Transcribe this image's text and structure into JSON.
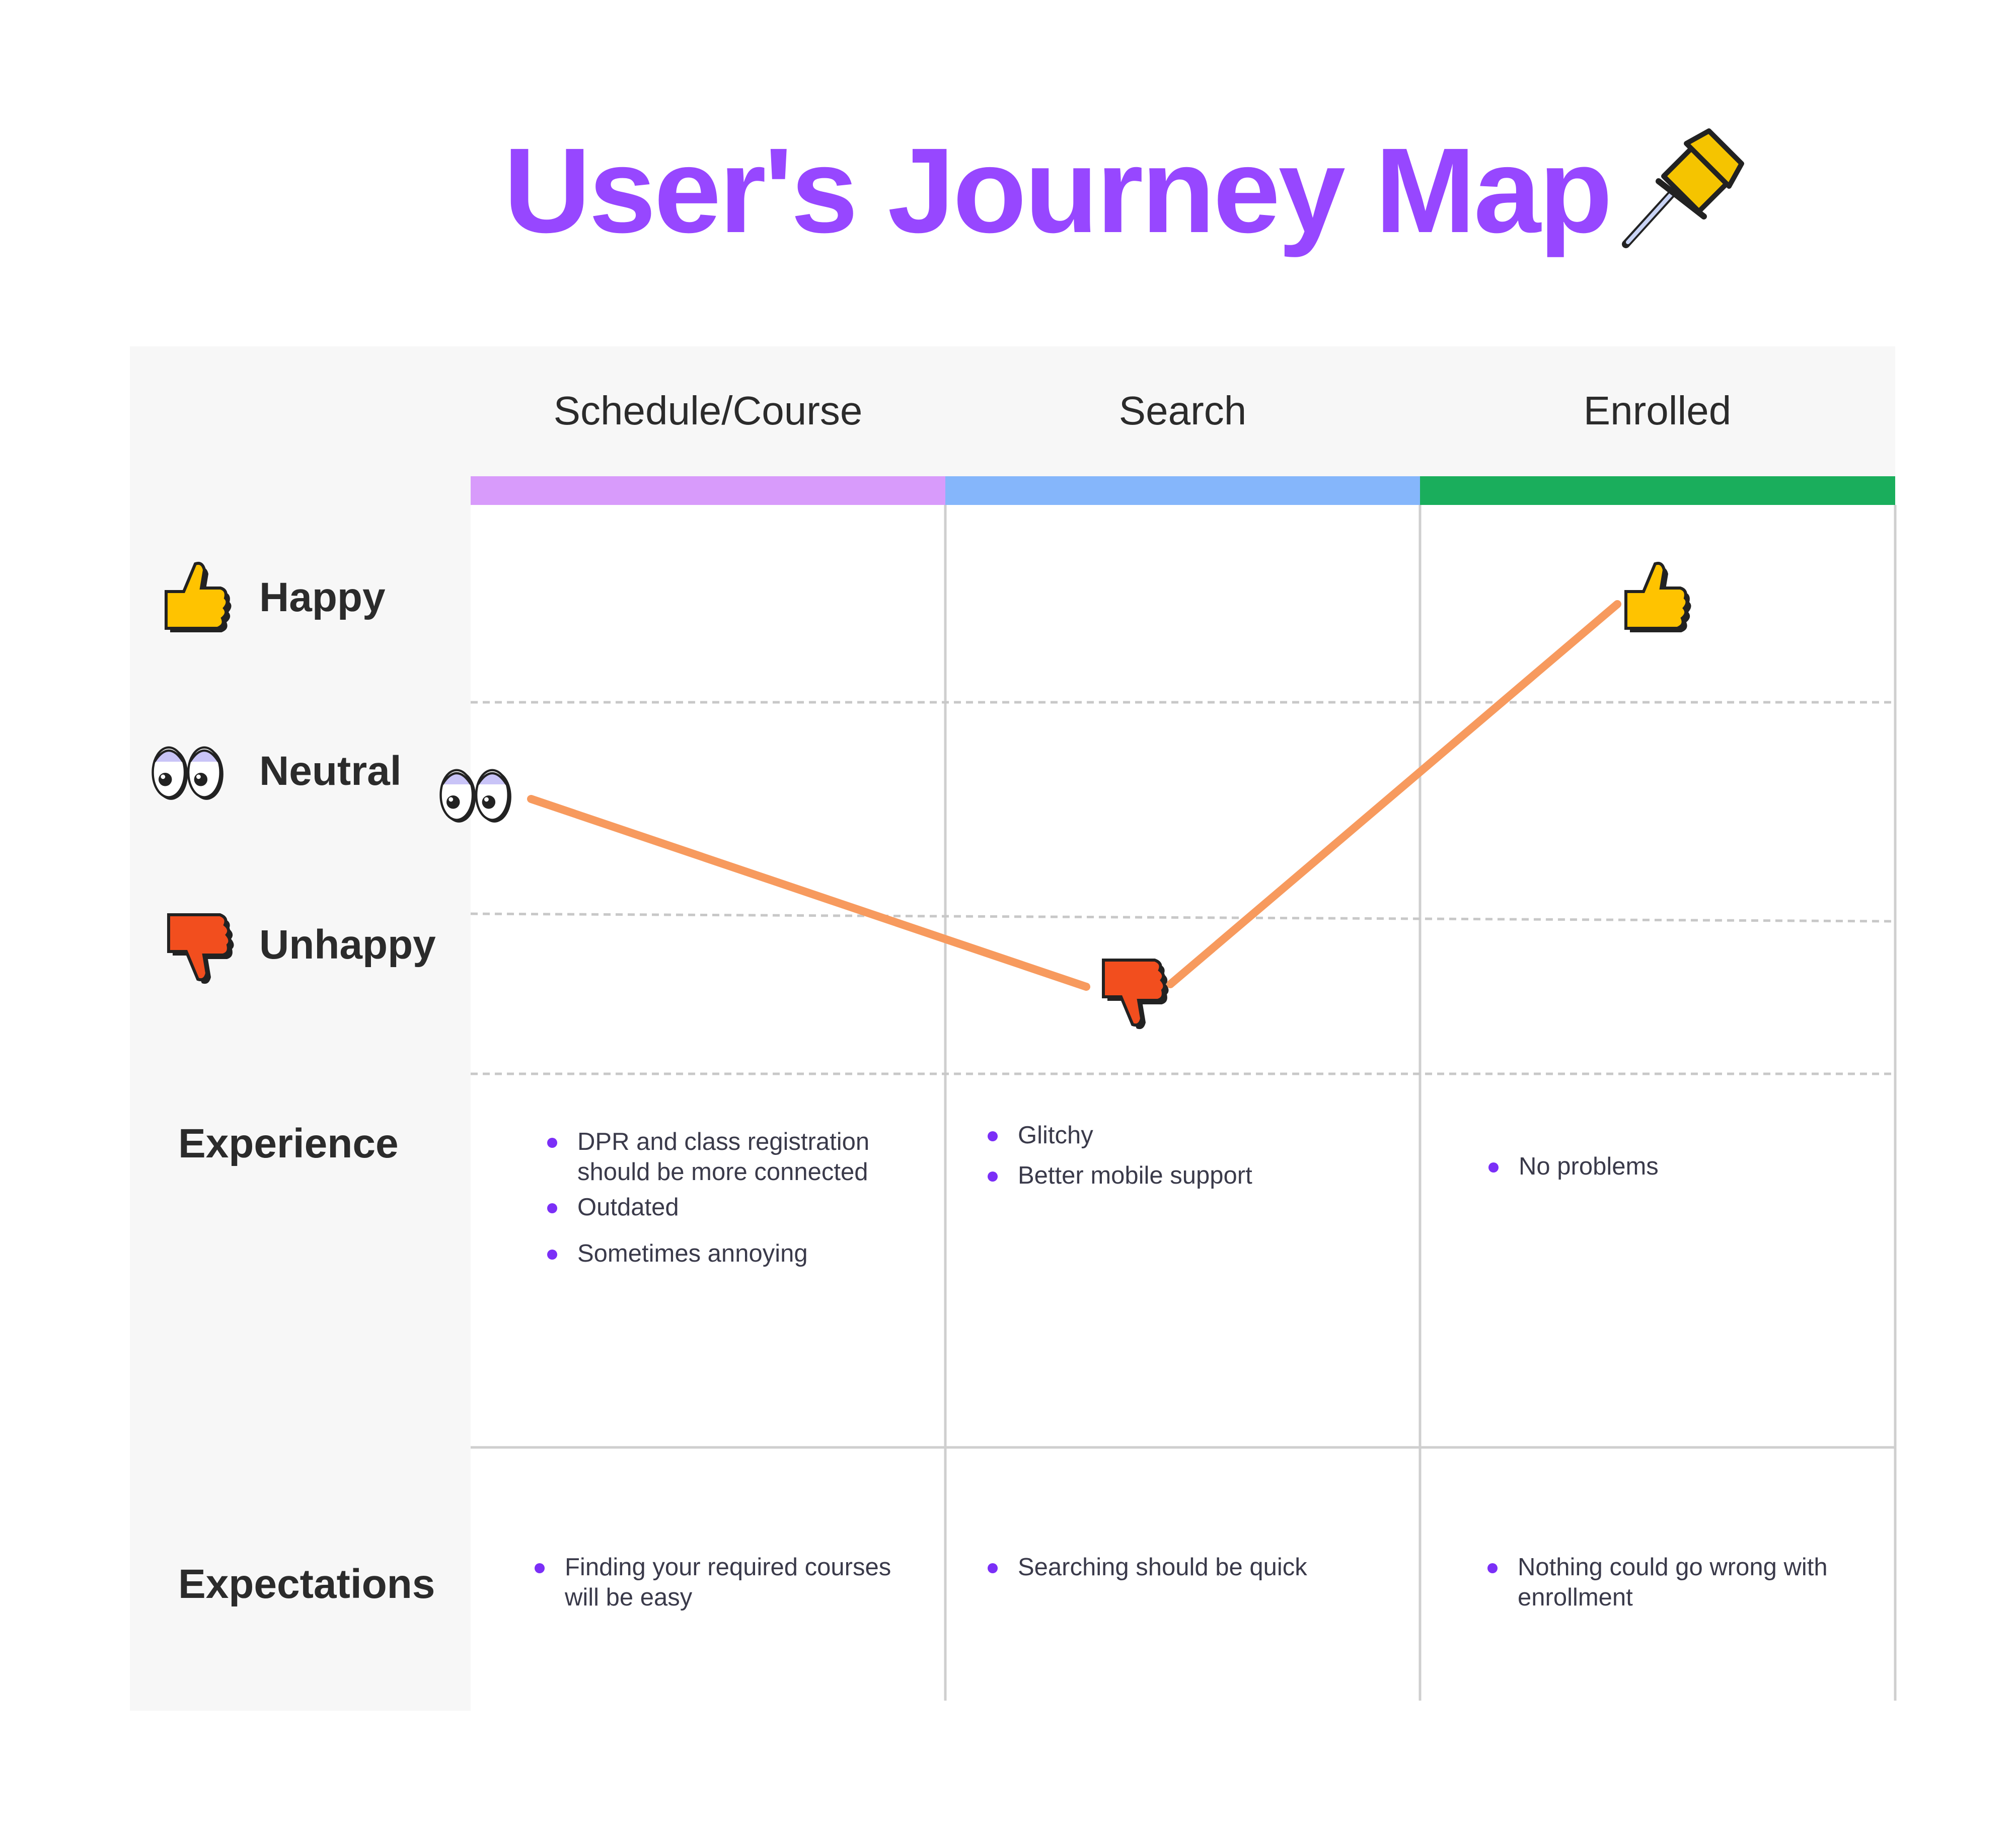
{
  "title": "User's Journey Map",
  "icons": {
    "title_icon": "pushpin-icon",
    "happy": "thumbs-up-icon",
    "neutral": "eyes-icon",
    "unhappy": "thumbs-down-icon"
  },
  "stages": [
    {
      "label": "Schedule/Course",
      "color": "#d89bfb"
    },
    {
      "label": "Search",
      "color": "#85b6fb"
    },
    {
      "label": "Enrolled",
      "color": "#1aae5c"
    }
  ],
  "sentiment_levels": [
    "Happy",
    "Neutral",
    "Unhappy"
  ],
  "journey": [
    {
      "stage": "Schedule/Course",
      "sentiment": "Neutral"
    },
    {
      "stage": "Search",
      "sentiment": "Unhappy"
    },
    {
      "stage": "Enrolled",
      "sentiment": "Happy"
    }
  ],
  "line_color": "#f79a5e",
  "rows": {
    "experience": {
      "label": "Experience",
      "cells": [
        [
          "DPR and class registration should be more connected",
          "Outdated",
          "Sometimes annoying"
        ],
        [
          "Glitchy",
          "Better mobile support"
        ],
        [
          "No problems"
        ]
      ]
    },
    "expectations": {
      "label": "Expectations",
      "cells": [
        [
          "Finding your required courses will be easy"
        ],
        [
          "Searching should be quick"
        ],
        [
          "Nothing could go wrong with enrollment"
        ]
      ]
    }
  }
}
